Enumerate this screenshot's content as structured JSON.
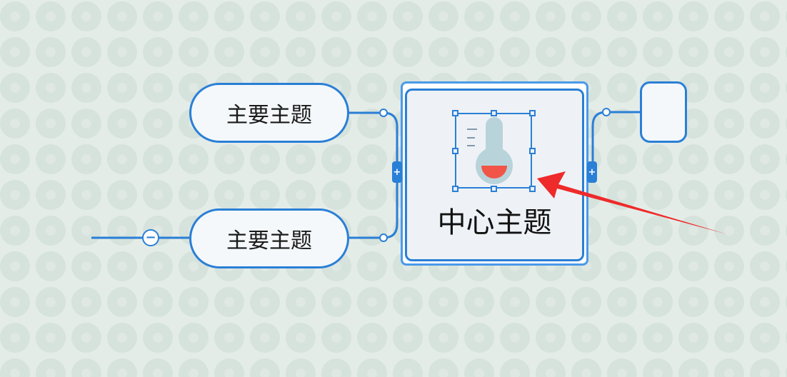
{
  "canvas": {
    "background": "#e4ece8",
    "pattern_color": "#d6e2dc",
    "accent": "#2a7fd6",
    "annotation_arrow_color": "#ee2a2a"
  },
  "mindmap": {
    "central_topic": {
      "label": "中心主题",
      "image": "thermometer-icon"
    },
    "left_topics": [
      {
        "label": "主要主题"
      },
      {
        "label": "主要主题"
      }
    ],
    "right_topics": [
      {
        "label": ""
      }
    ],
    "collapse_button": {
      "symbol": "−"
    },
    "side_buttons": [
      {
        "symbol": "+"
      },
      {
        "symbol": "+"
      }
    ]
  }
}
